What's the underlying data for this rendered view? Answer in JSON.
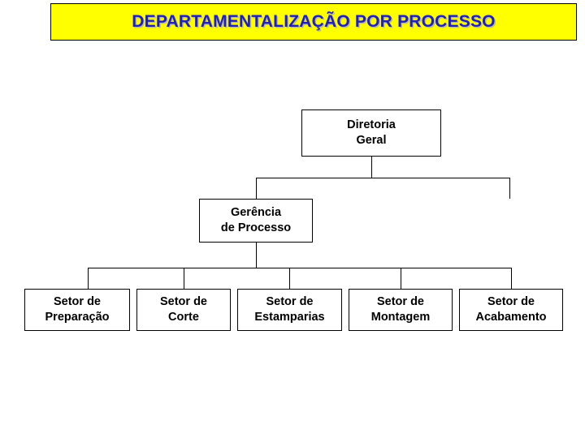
{
  "title": {
    "text": "DEPARTAMENTALIZAÇÃO POR PROCESSO",
    "background_color": "#ffff00",
    "text_color": "#2222aa",
    "shadow_color": "#b8b8b8"
  },
  "chart_data": {
    "type": "diagram",
    "diagram_kind": "organizational-chart",
    "title": "DEPARTAMENTALIZAÇÃO POR PROCESSO",
    "nodes": [
      {
        "id": "diretoria-geral",
        "label": "Diretoria\nGeral",
        "level": 0
      },
      {
        "id": "gerencia-processo",
        "label": "Gerência\nde Processo",
        "level": 1
      },
      {
        "id": "setor-preparacao",
        "label": "Setor de\nPreparação",
        "level": 2
      },
      {
        "id": "setor-corte",
        "label": "Setor de\nCorte",
        "level": 2
      },
      {
        "id": "setor-estamparias",
        "label": "Setor de\nEstamparias",
        "level": 2
      },
      {
        "id": "setor-montagem",
        "label": "Setor de\nMontagem",
        "level": 2
      },
      {
        "id": "setor-acabamento",
        "label": "Setor de\nAcabamento",
        "level": 2
      }
    ],
    "edges": [
      {
        "from": "diretoria-geral",
        "to": "gerencia-processo"
      },
      {
        "from": "gerencia-processo",
        "to": "setor-preparacao"
      },
      {
        "from": "gerencia-processo",
        "to": "setor-corte"
      },
      {
        "from": "gerencia-processo",
        "to": "setor-estamparias"
      },
      {
        "from": "gerencia-processo",
        "to": "setor-montagem"
      },
      {
        "from": "gerencia-processo",
        "to": "setor-acabamento"
      }
    ],
    "node_style": {
      "fill": "#ffffff",
      "border": "#000000",
      "text": "#000000"
    }
  }
}
